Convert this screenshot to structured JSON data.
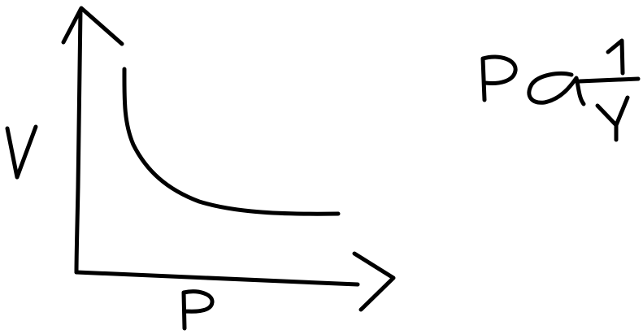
{
  "diagram": {
    "y_axis_label": "V",
    "x_axis_label": "P",
    "relation": {
      "lhs": "P",
      "symbol": "α",
      "numerator": "1",
      "denominator": "V"
    },
    "ink_color": "#000000",
    "background_color": "#ffffff"
  }
}
